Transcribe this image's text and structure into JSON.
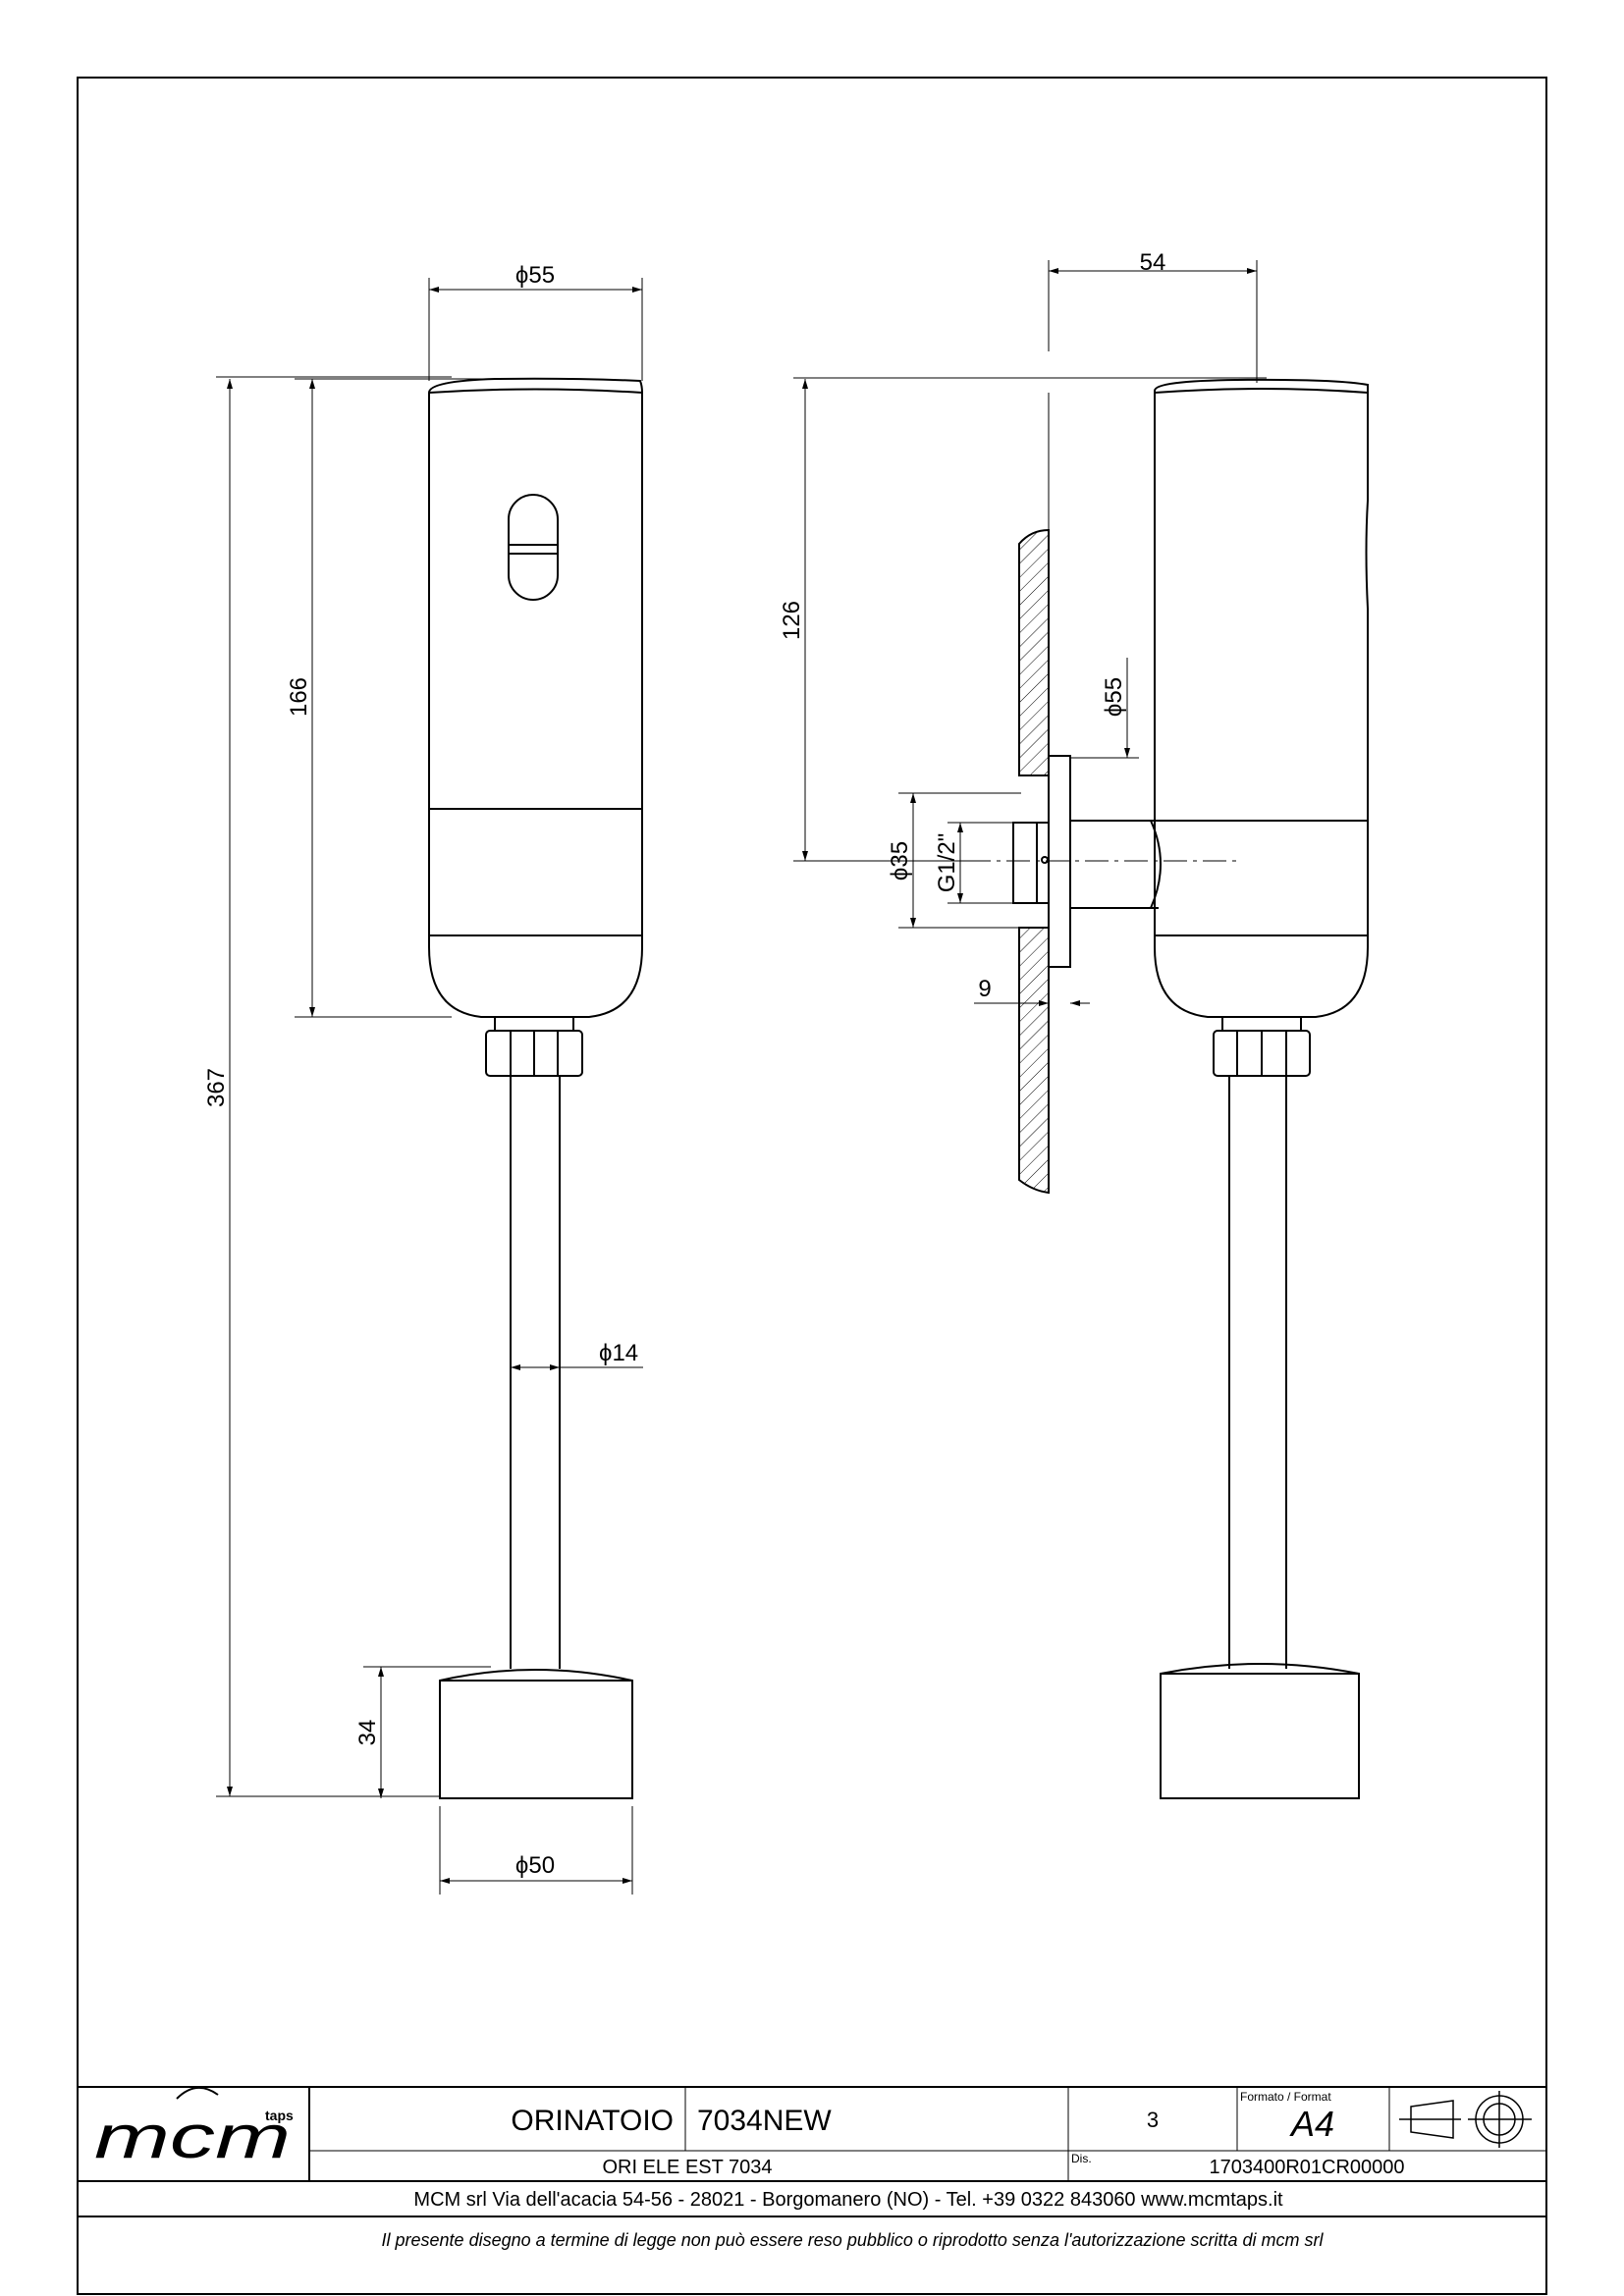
{
  "dimensions": {
    "front_top_diameter": "ϕ55",
    "front_body_height": "166",
    "front_total_height": "367",
    "front_pipe_diameter": "ϕ14",
    "front_base_height": "34",
    "front_base_diameter": "ϕ50",
    "side_depth": "54",
    "side_inlet_height": "126",
    "side_body_diameter": "ϕ55",
    "side_flange_diameter": "ϕ35",
    "side_thread": "G1/2\"",
    "side_wall_offset": "9"
  },
  "title_block": {
    "logo_text": "mcm",
    "logo_small": "taps",
    "product_name": "ORINATOIO",
    "product_code": "7034NEW",
    "sheet_number": "3",
    "format_label": "Formato / Format",
    "format_value": "A4",
    "description": "ORI ELE EST 7034",
    "dis_label": "Dis.",
    "drawing_number": "1703400R01CR00000",
    "company_line": "MCM srl Via dell'acacia 54-56 - 28021 - Borgomanero (NO) - Tel. +39 0322 843060 www.mcmtaps.it",
    "legal_notice": "Il presente disegno a termine di legge non può essere reso pubblico o riprodotto senza l'autorizzazione scritta di mcm srl"
  }
}
